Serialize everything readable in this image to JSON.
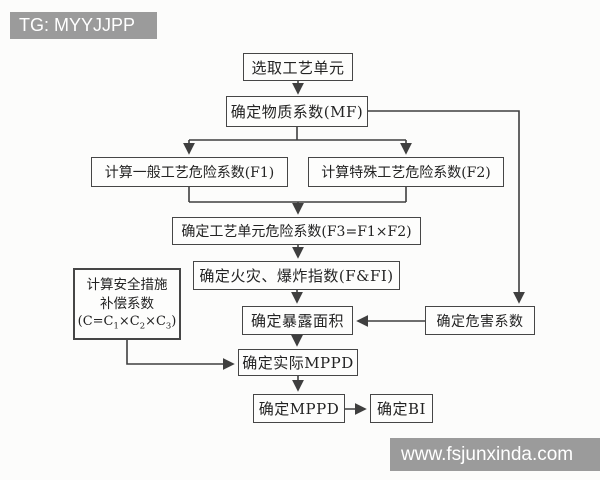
{
  "watermarks": {
    "top_left": "TG: MYYJJPP",
    "bottom_right": "www.fsjunxinda.com"
  },
  "colors": {
    "background": "#fcfcfb",
    "box_border": "#464646",
    "line": "#3f3f3f",
    "text": "#232323",
    "badge_bg": "#9b9b9b",
    "badge_text": "#ffffff"
  },
  "flowchart": {
    "nodes": {
      "select_unit": {
        "label": "选取工艺单元"
      },
      "material_factor": {
        "label": "确定物质系数(MF)"
      },
      "general_hazard": {
        "label": "计算一般工艺危险系数(F1)"
      },
      "special_hazard": {
        "label": "计算特殊工艺危险系数(F2)"
      },
      "unit_hazard": {
        "label": "确定工艺单元危险系数(F3=F1×F2)"
      },
      "fire_explosion_index": {
        "label": "确定火灾、爆炸指数(F&FI)"
      },
      "exposure_area": {
        "label": "确定暴露面积"
      },
      "damage_factor": {
        "label": "确定危害系数"
      },
      "compensation": {
        "line1": "计算安全措施",
        "line2": "补偿系数",
        "formula": [
          "(C=C",
          "1",
          "×C",
          "2",
          "×C",
          "3",
          ")"
        ]
      },
      "actual_mppd": {
        "label": "确定实际MPPD"
      },
      "mppd": {
        "label": "确定MPPD"
      },
      "bi": {
        "label": "确定BI"
      }
    },
    "edges": [
      {
        "from": "select_unit",
        "to": "material_factor"
      },
      {
        "from": "material_factor",
        "to": "general_hazard"
      },
      {
        "from": "material_factor",
        "to": "special_hazard"
      },
      {
        "from": "material_factor",
        "to": "damage_factor"
      },
      {
        "from": "general_hazard",
        "to": "unit_hazard"
      },
      {
        "from": "special_hazard",
        "to": "unit_hazard"
      },
      {
        "from": "unit_hazard",
        "to": "fire_explosion_index"
      },
      {
        "from": "fire_explosion_index",
        "to": "exposure_area"
      },
      {
        "from": "damage_factor",
        "to": "exposure_area"
      },
      {
        "from": "exposure_area",
        "to": "actual_mppd"
      },
      {
        "from": "compensation",
        "to": "actual_mppd"
      },
      {
        "from": "actual_mppd",
        "to": "mppd"
      },
      {
        "from": "mppd",
        "to": "bi"
      }
    ]
  }
}
